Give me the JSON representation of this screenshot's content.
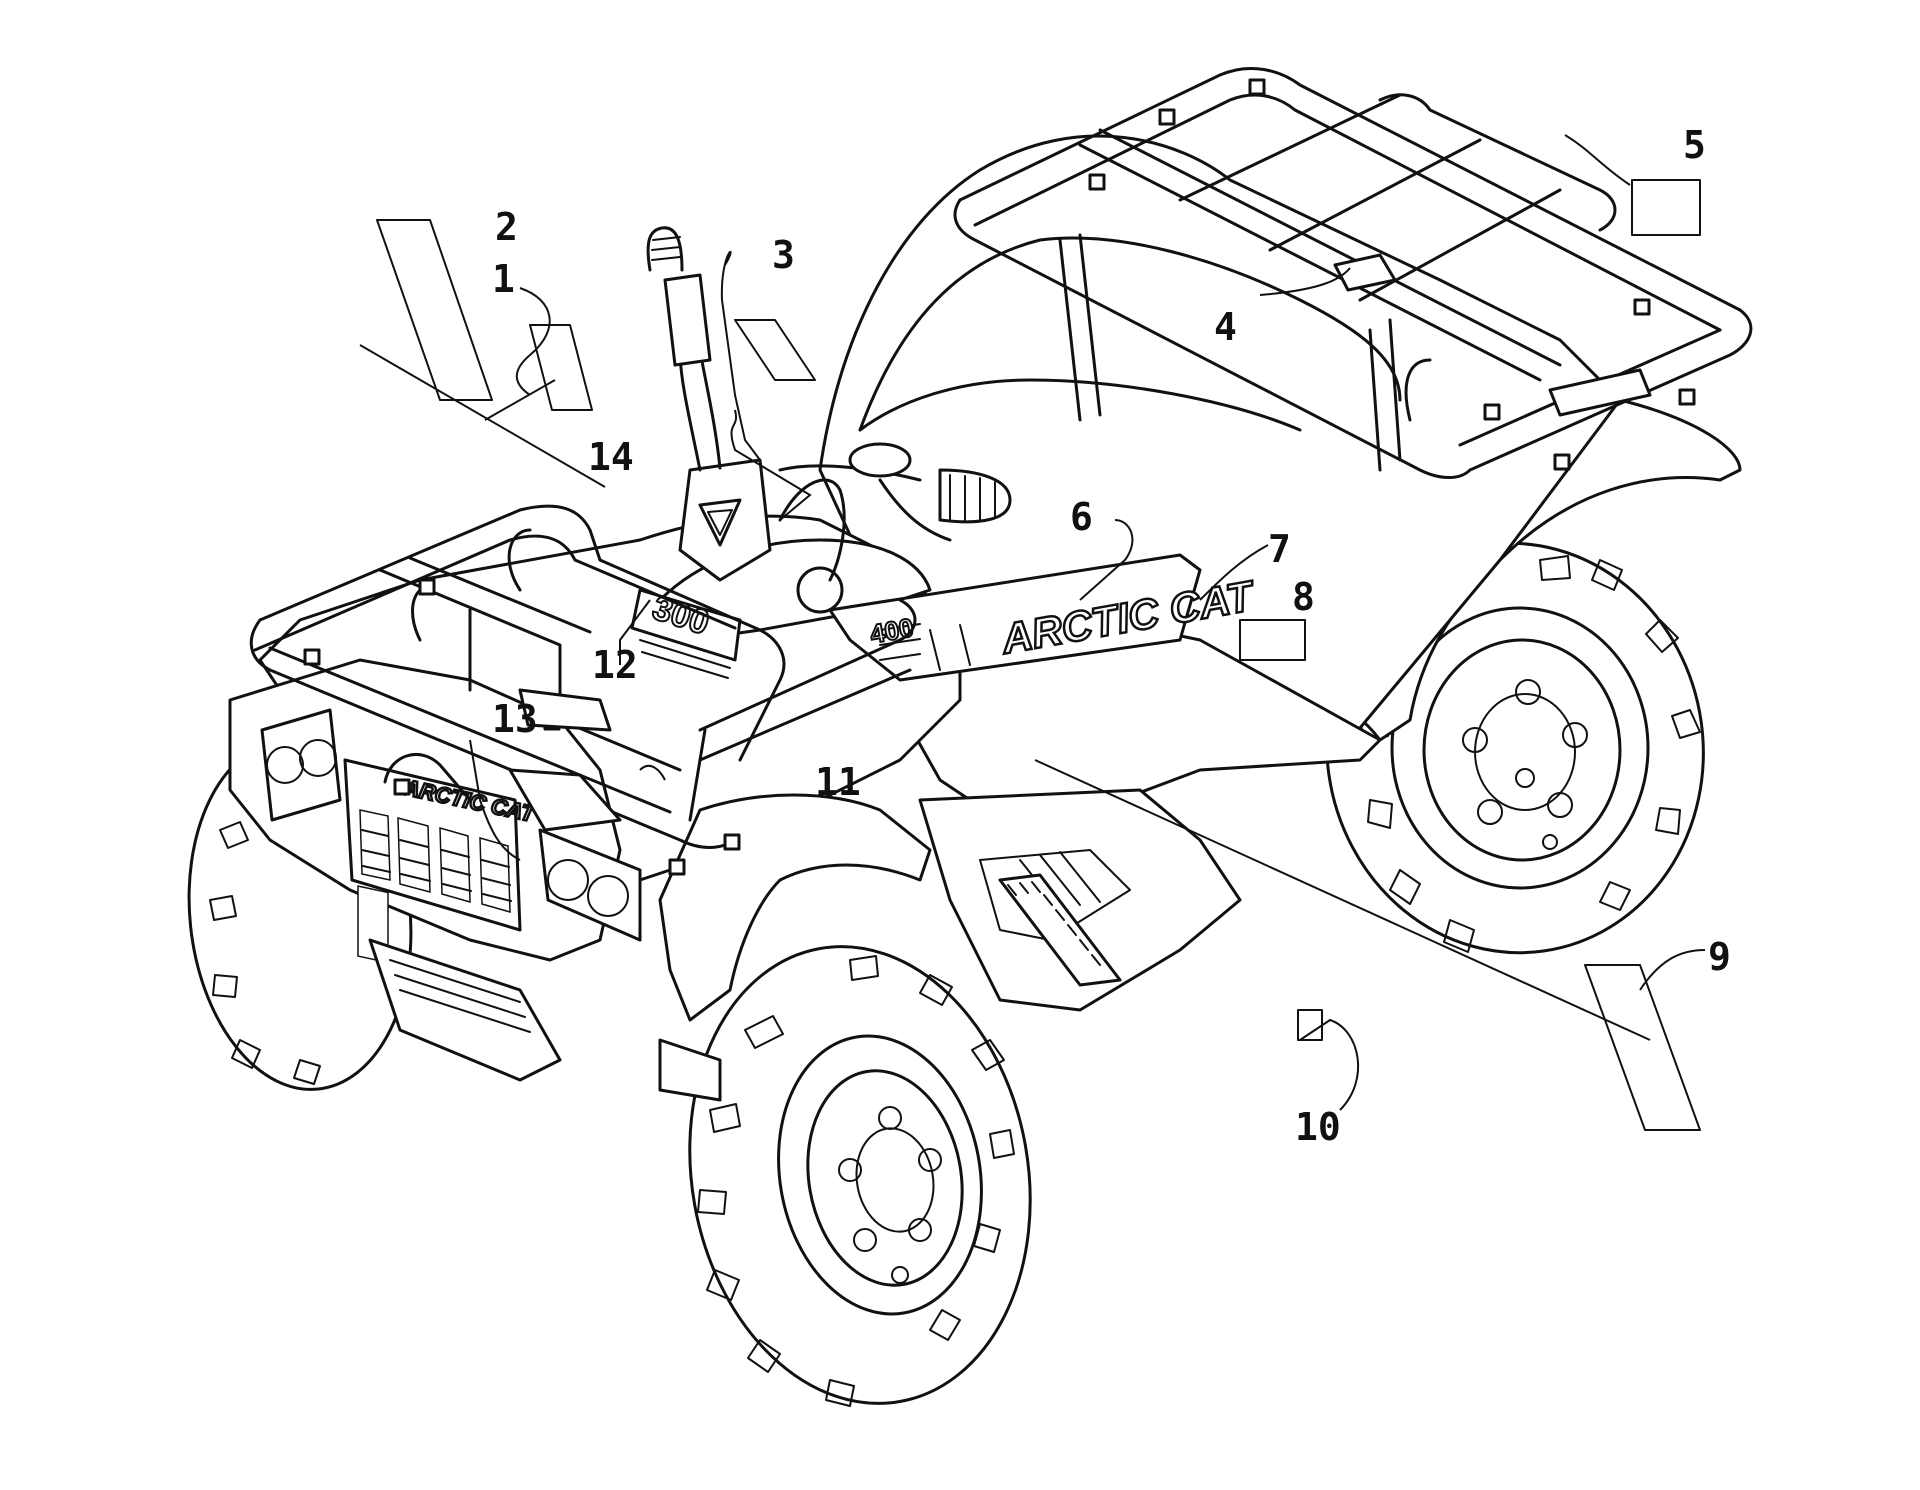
{
  "decals": {
    "brand_text_tank": "ARCTIC CAT",
    "brand_text_grille": "ARCTIC CAT",
    "model_text_tank": "400",
    "model_text_badge": "300"
  },
  "callouts": [
    {
      "id": "1",
      "label": "1"
    },
    {
      "id": "2",
      "label": "2"
    },
    {
      "id": "3",
      "label": "3"
    },
    {
      "id": "4",
      "label": "4"
    },
    {
      "id": "5",
      "label": "5"
    },
    {
      "id": "6",
      "label": "6"
    },
    {
      "id": "7",
      "label": "7"
    },
    {
      "id": "8",
      "label": "8"
    },
    {
      "id": "9",
      "label": "9"
    },
    {
      "id": "10",
      "label": "10"
    },
    {
      "id": "11",
      "label": "11"
    },
    {
      "id": "12",
      "label": "12"
    },
    {
      "id": "13",
      "label": "13"
    },
    {
      "id": "14",
      "label": "14"
    }
  ]
}
